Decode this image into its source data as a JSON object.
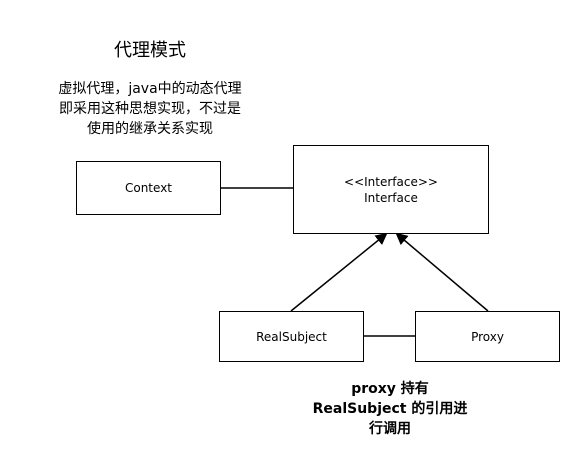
{
  "title": "代理模式",
  "description": [
    "虚拟代理，java中的动态代理",
    "即采用这种思想实现，不过是",
    "使用的继承关系实现"
  ],
  "boxes": {
    "context": "Context",
    "interface_stereotype": "<<Interface>>",
    "interface_name": "Interface",
    "real_subject": "RealSubject",
    "proxy": "Proxy"
  },
  "note": [
    "proxy 持有",
    "RealSubject 的引用进",
    "行调用"
  ],
  "colors": {
    "stroke": "#000000",
    "background": "#ffffff"
  }
}
